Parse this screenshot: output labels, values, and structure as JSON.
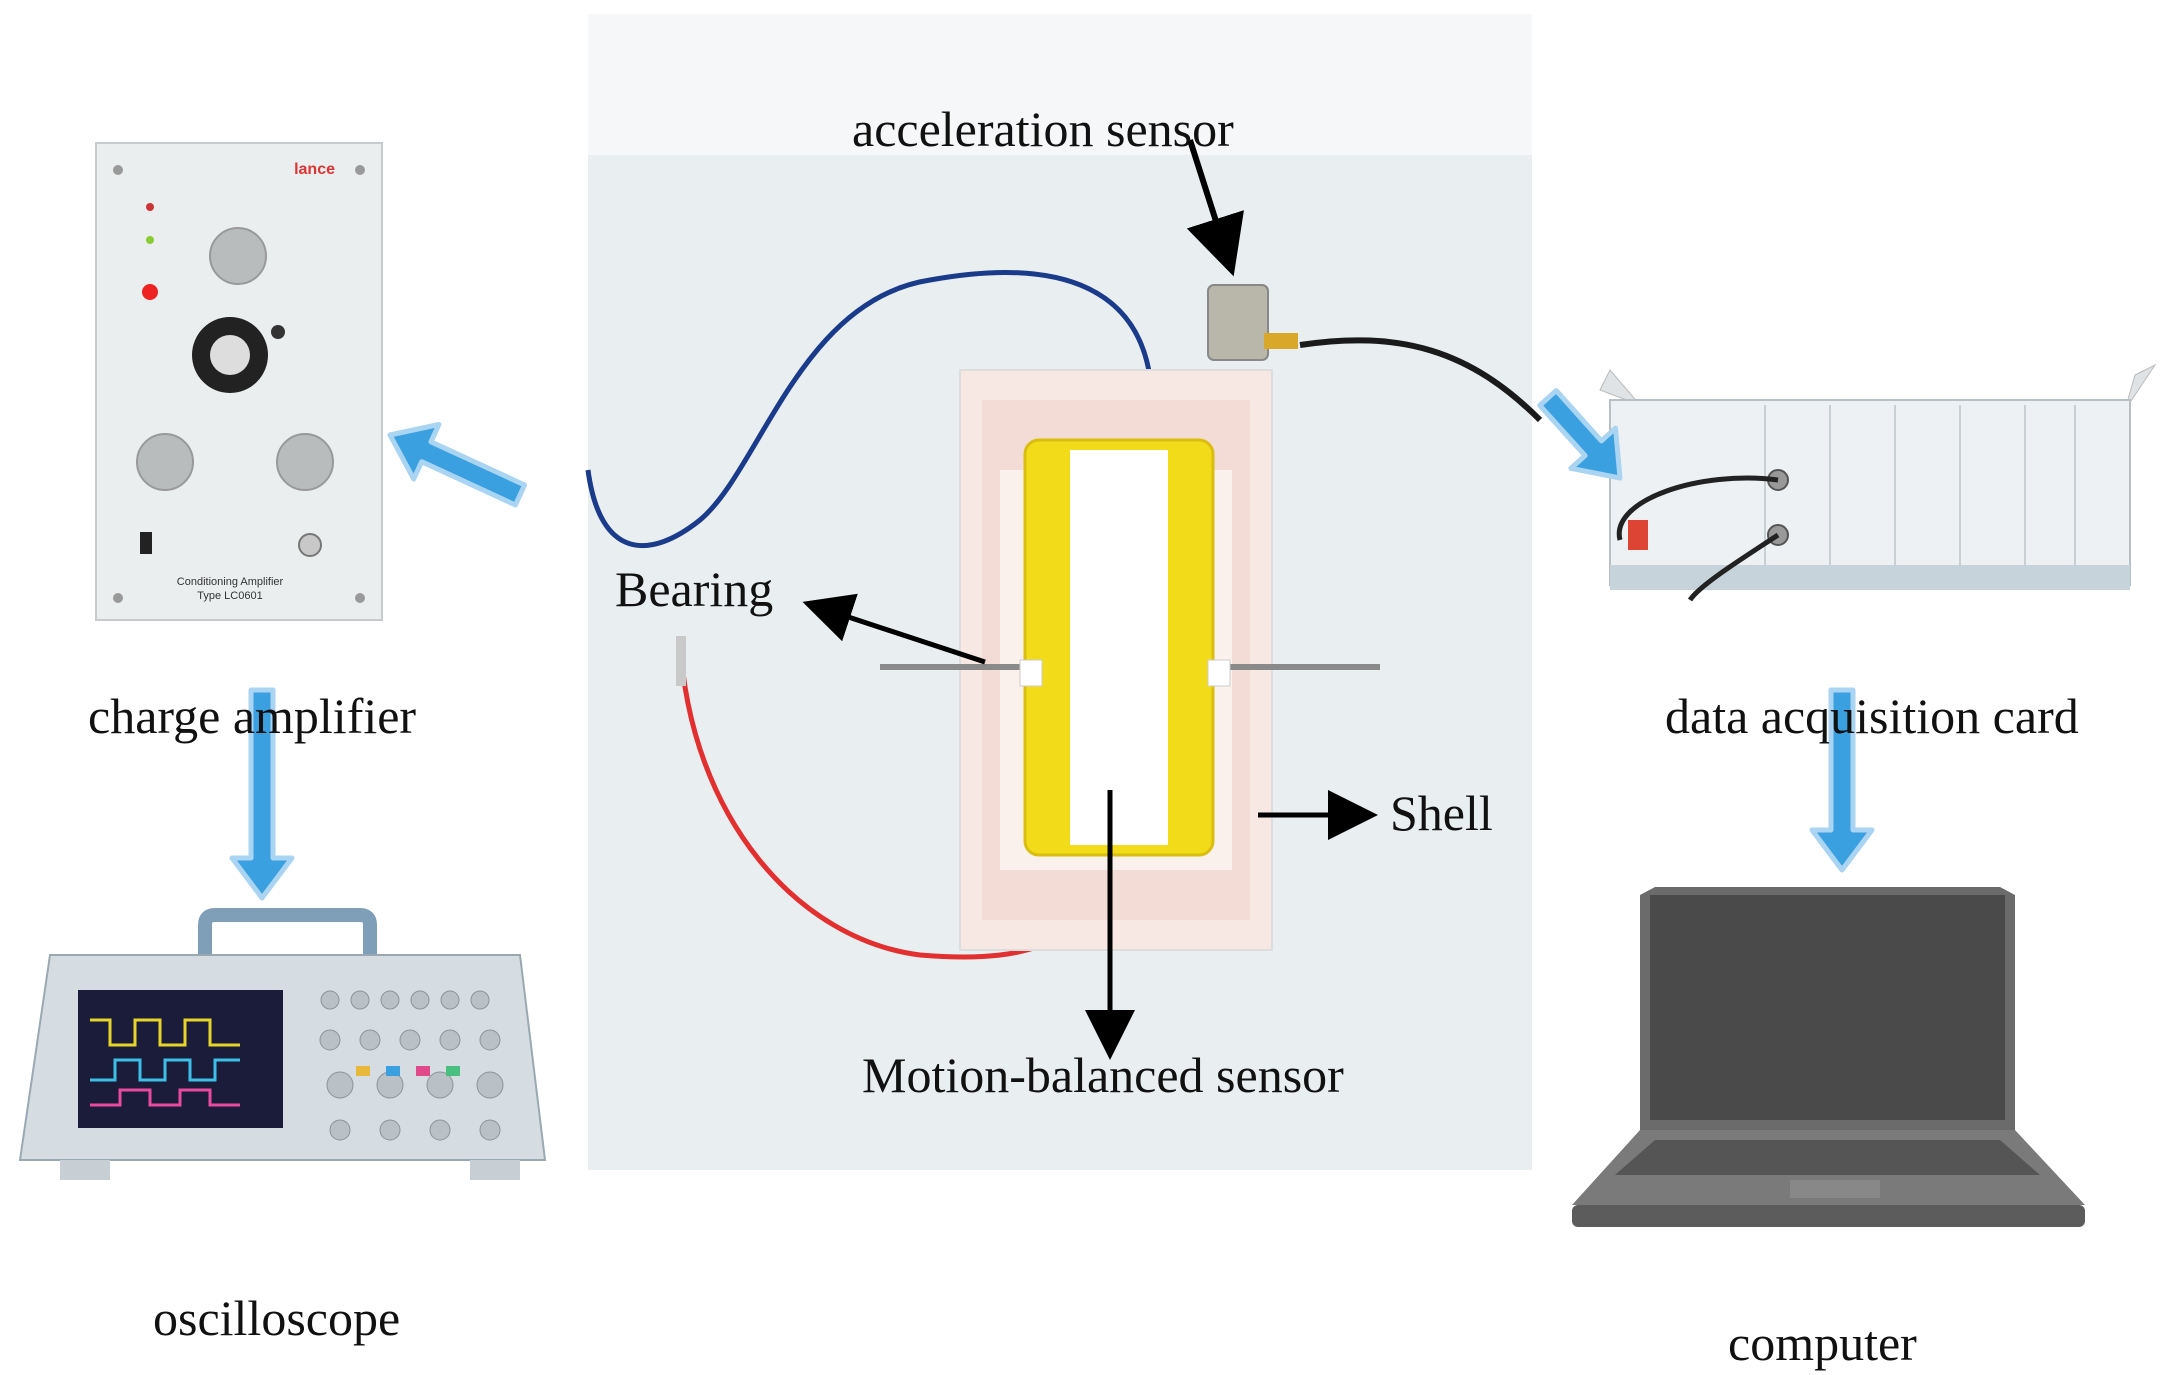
{
  "labels": {
    "acceleration_sensor": "acceleration sensor",
    "bearing": "Bearing",
    "shell": "Shell",
    "motion_balanced_sensor": "Motion-balanced sensor",
    "charge_amplifier": "charge amplifier",
    "oscilloscope": "oscilloscope",
    "data_acquisition_card": "data acquisition card",
    "computer": "computer"
  },
  "amplifier_panel": {
    "brand": "lance",
    "title": "Conditioning Amplifier",
    "type": "Type LC0601"
  },
  "colors": {
    "flow_arrow": "#3aa0e0",
    "pointer_arrow": "#000000",
    "sensor_yellow": "#f2dc1a",
    "wire_blue": "#1a3a8a",
    "wire_red": "#e23030",
    "laptop_gray": "#6b6b6b"
  }
}
